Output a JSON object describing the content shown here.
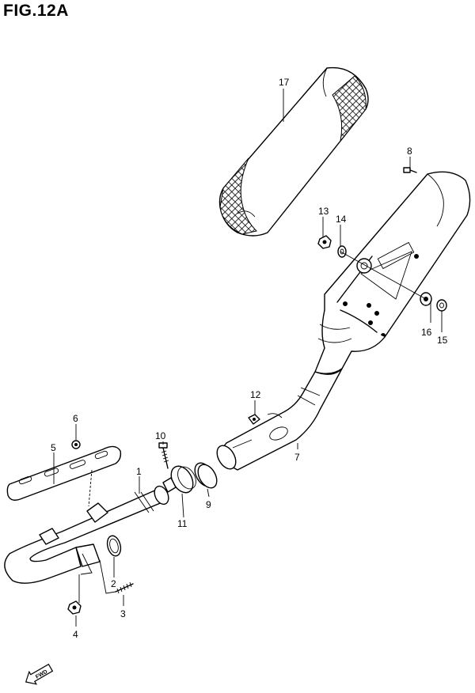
{
  "title": "FIG.12A",
  "fwd_label": "FWD",
  "callouts": [
    {
      "id": "1",
      "label": "1"
    },
    {
      "id": "2",
      "label": "2"
    },
    {
      "id": "3",
      "label": "3"
    },
    {
      "id": "4",
      "label": "4"
    },
    {
      "id": "5",
      "label": "5"
    },
    {
      "id": "6",
      "label": "6"
    },
    {
      "id": "7",
      "label": "7"
    },
    {
      "id": "8",
      "label": "8"
    },
    {
      "id": "9",
      "label": "9"
    },
    {
      "id": "10",
      "label": "10"
    },
    {
      "id": "11",
      "label": "11"
    },
    {
      "id": "12",
      "label": "12"
    },
    {
      "id": "13",
      "label": "13"
    },
    {
      "id": "14",
      "label": "14"
    },
    {
      "id": "15",
      "label": "15"
    },
    {
      "id": "16",
      "label": "16"
    },
    {
      "id": "17",
      "label": "17"
    }
  ]
}
